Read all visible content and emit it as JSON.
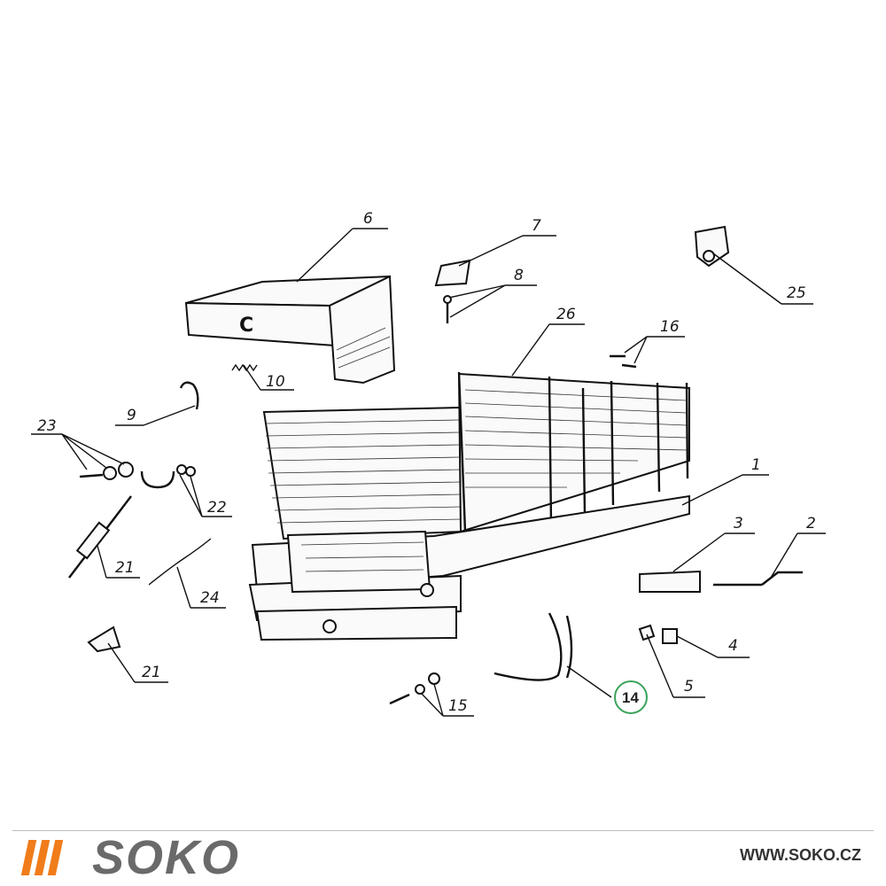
{
  "labels": {
    "p1": "1",
    "p2": "2",
    "p3": "3",
    "p4": "4",
    "p5": "5",
    "p6": "6",
    "p7": "7",
    "p8": "8",
    "p9": "9",
    "p10": "10",
    "p14": "14",
    "p15": "15",
    "p16": "16",
    "p21a": "21",
    "p21b": "21",
    "p22": "22",
    "p23": "23",
    "p24": "24",
    "p25": "25",
    "p26": "26"
  },
  "footer": {
    "brand": "SOKO",
    "website": "WWW.SOKO.CZ"
  },
  "colors": {
    "accent": "#f07c1b",
    "highlight_circle": "#3aa35a",
    "ink": "#111111"
  }
}
